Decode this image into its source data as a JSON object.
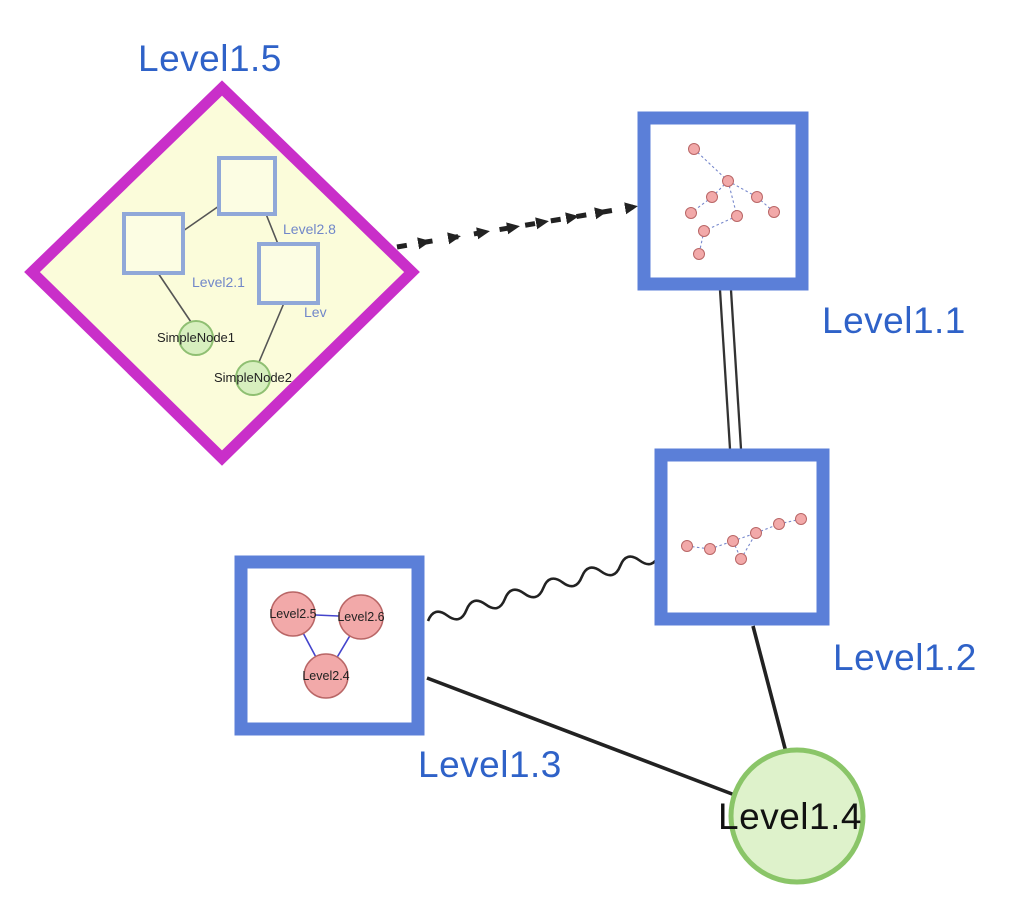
{
  "labels": {
    "level1_5": "Level1.5",
    "level1_1": "Level1.1",
    "level1_2": "Level1.2",
    "level1_3": "Level1.3",
    "level1_4": "Level1.4",
    "level2_8": "Level2.8",
    "level2_1": "Level2.1",
    "level2_x": "Lev",
    "simple_node1": "SimpleNode1",
    "simple_node2": "SimpleNode2",
    "level2_5": "Level2.5",
    "level2_6": "Level2.6",
    "level2_4": "Level2.4"
  },
  "diagram": {
    "group_nodes": [
      {
        "id": "Level1.5",
        "shape": "diamond",
        "contains": [
          "Level2.8",
          "Level2.1",
          "Lev",
          "SimpleNode1",
          "SimpleNode2"
        ]
      },
      {
        "id": "Level1.1",
        "shape": "square",
        "contains": [
          "small pink node graph"
        ]
      },
      {
        "id": "Level1.2",
        "shape": "square",
        "contains": [
          "small pink node graph"
        ]
      },
      {
        "id": "Level1.3",
        "shape": "square",
        "contains": [
          "Level2.5",
          "Level2.6",
          "Level2.4"
        ]
      },
      {
        "id": "Level1.4",
        "shape": "circle",
        "contains": []
      }
    ],
    "edges": [
      {
        "from": "Level1.5",
        "to": "Level1.1",
        "style": "dashed-arrowheads"
      },
      {
        "from": "Level1.1",
        "to": "Level1.2",
        "style": "double-line"
      },
      {
        "from": "Level1.3",
        "to": "Level1.2",
        "style": "wavy"
      },
      {
        "from": "Level1.2",
        "to": "Level1.4",
        "style": "solid"
      },
      {
        "from": "Level1.3",
        "to": "Level1.4",
        "style": "solid"
      },
      {
        "from": "Level2.1",
        "to": "Level2.8",
        "style": "thin"
      },
      {
        "from": "Level2.8",
        "to": "Lev",
        "style": "thin"
      },
      {
        "from": "Level2.1",
        "to": "SimpleNode1",
        "style": "thin"
      },
      {
        "from": "Lev",
        "to": "SimpleNode2",
        "style": "thin"
      },
      {
        "from": "Level2.5",
        "to": "Level2.6",
        "style": "thin-blue"
      },
      {
        "from": "Level2.5",
        "to": "Level2.4",
        "style": "thin-blue"
      },
      {
        "from": "Level2.6",
        "to": "Level2.4",
        "style": "thin-blue"
      }
    ],
    "colors": {
      "label_blue": "#2f62c8",
      "inner_label_blue": "#7187c9",
      "diamond_border": "#c92fc9",
      "diamond_fill": "#fbfcda",
      "square_border": "#5b7fd8",
      "inner_square_border": "#90a8d8",
      "green_fill": "#d7efbe",
      "green_border": "#8fbf72",
      "big_green_fill": "#def2cb",
      "big_green_border": "#8ac568",
      "pink_fill": "#f2a9a9",
      "pink_border": "#b96666",
      "edge_black": "#222222",
      "mini_edge_blue": "#7788cc",
      "triangle_edge_blue": "#4444cc"
    }
  }
}
